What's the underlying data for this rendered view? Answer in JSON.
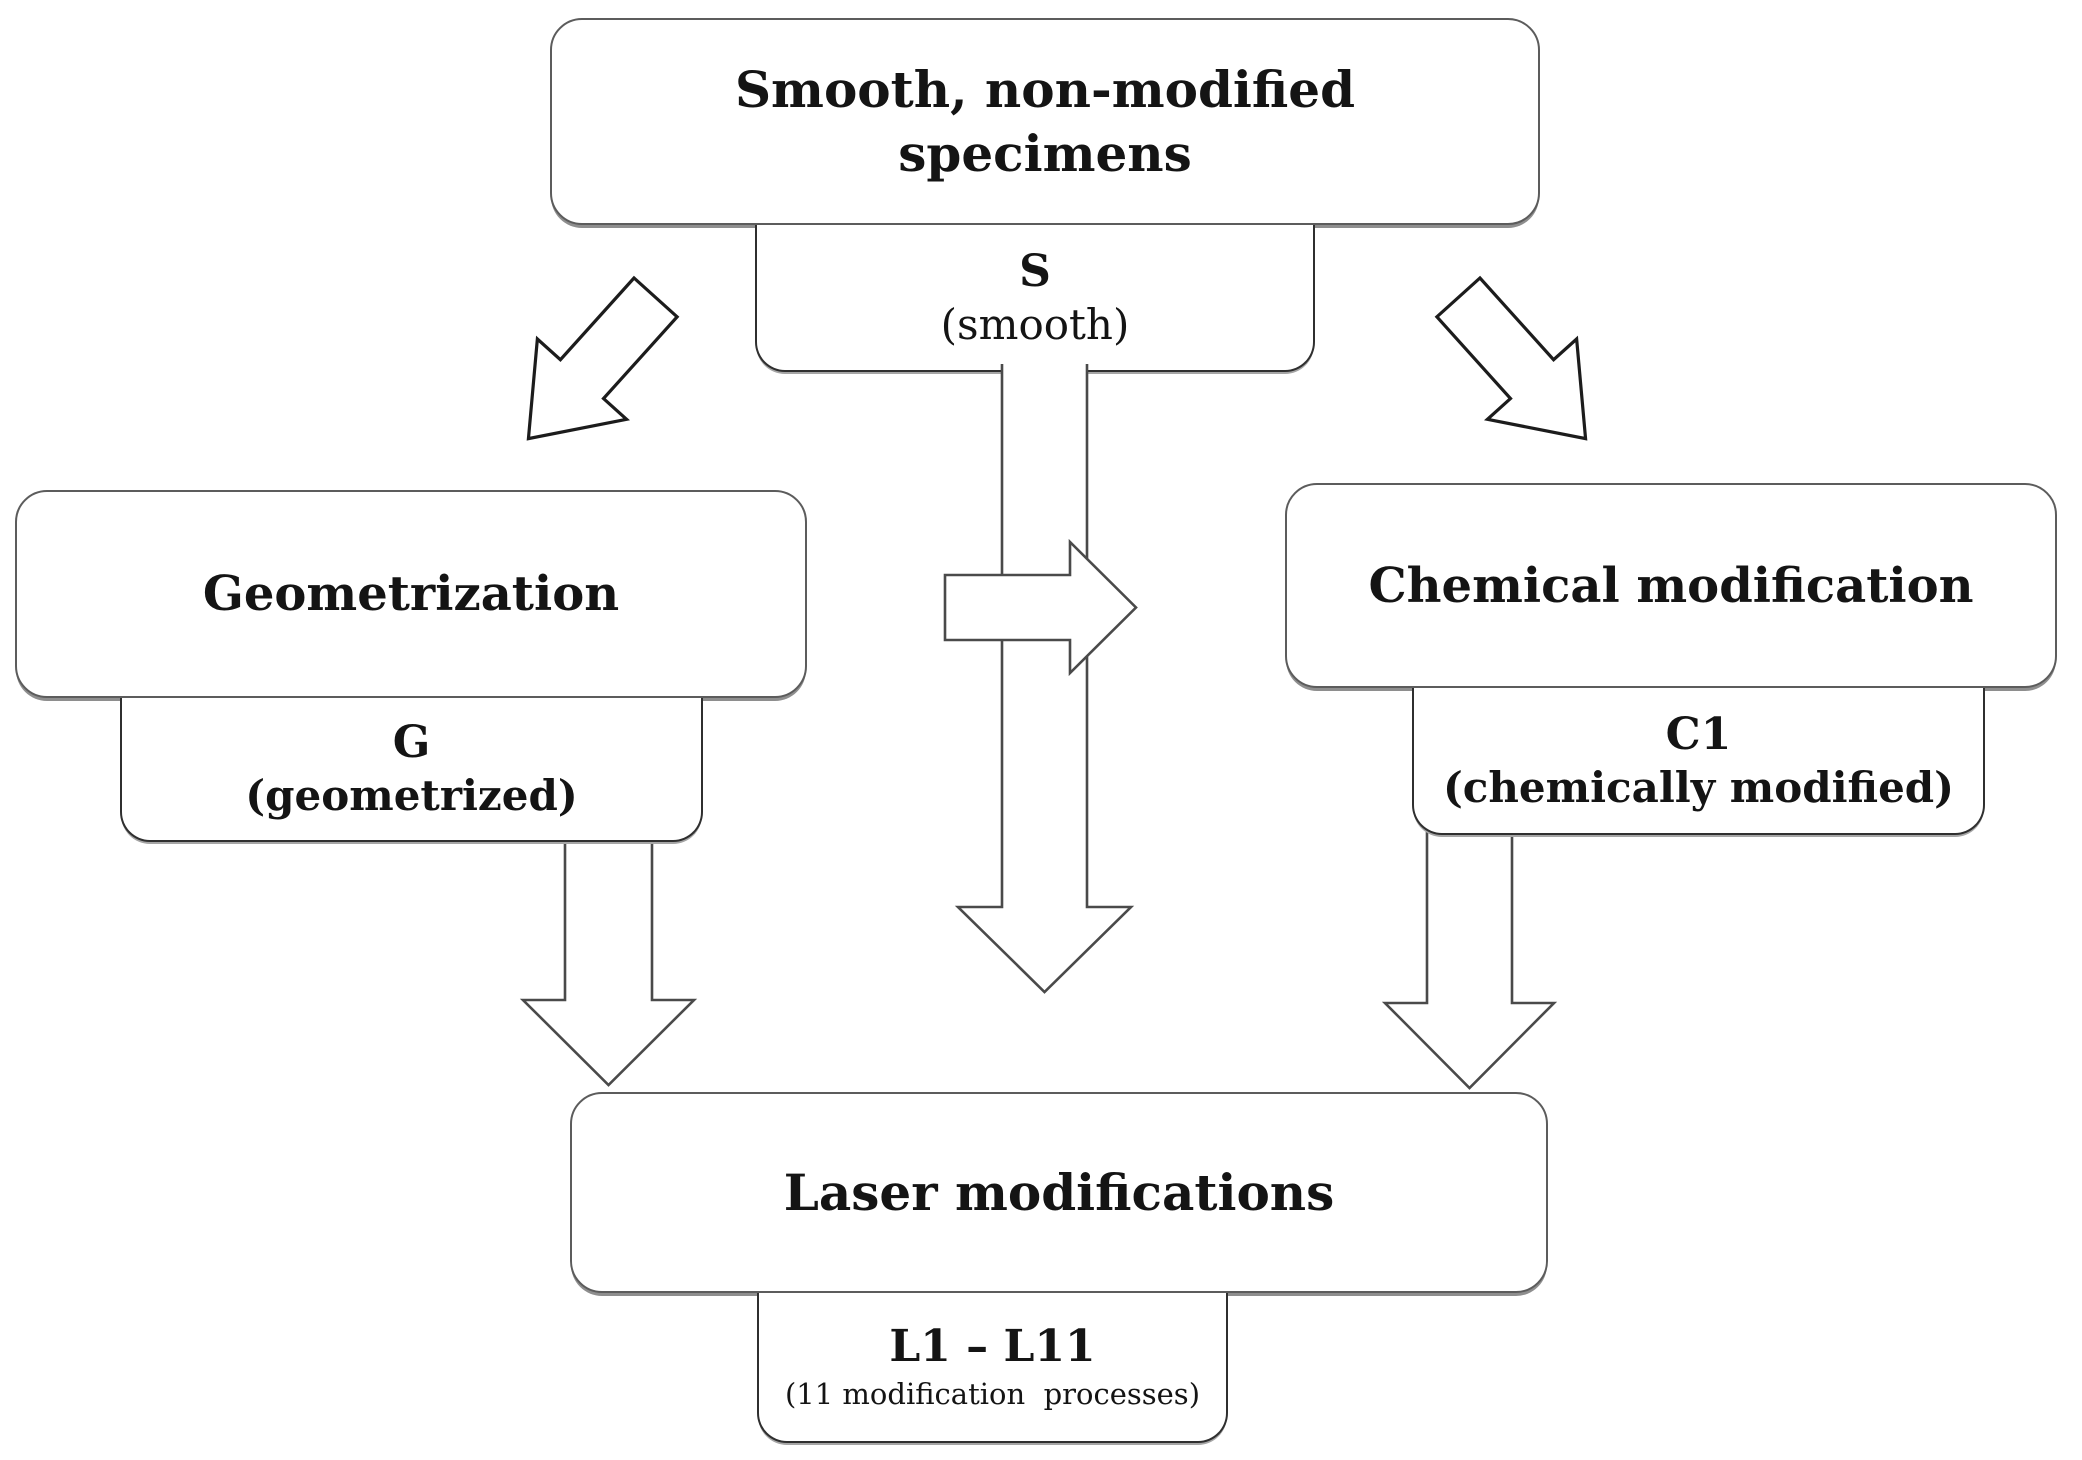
{
  "nodes": {
    "source": {
      "line1": "Smooth, non-modified",
      "line2": "specimens",
      "code": "S",
      "label": "(smooth)"
    },
    "geometrization": {
      "title": "Geometrization",
      "code": "G",
      "label": "(geometrized)"
    },
    "chemical": {
      "title": "Chemical modification",
      "code": "C1",
      "label": "(chemically modified)"
    },
    "laser": {
      "title": "Laser modifications",
      "code": "L1 – L11",
      "label": "(11 modification  processes)"
    }
  },
  "arrows": [
    {
      "name": "source-to-geometrization",
      "direction": "down-left"
    },
    {
      "name": "source-to-chemical",
      "direction": "down-right"
    },
    {
      "name": "source-to-laser",
      "direction": "down"
    },
    {
      "name": "source-branch-right",
      "direction": "right"
    },
    {
      "name": "geometrization-to-laser",
      "direction": "down"
    },
    {
      "name": "chemical-to-laser",
      "direction": "down"
    }
  ],
  "colors": {
    "background": "#ffffff",
    "box_fill": "#ffffff",
    "box_border_main": "#5c5c5c",
    "box_border_sub": "#2f2f2f",
    "arrow_outline": "#4a4a4a",
    "diagonal_arrow_outline": "#1c1c1c",
    "text": "#141414"
  }
}
